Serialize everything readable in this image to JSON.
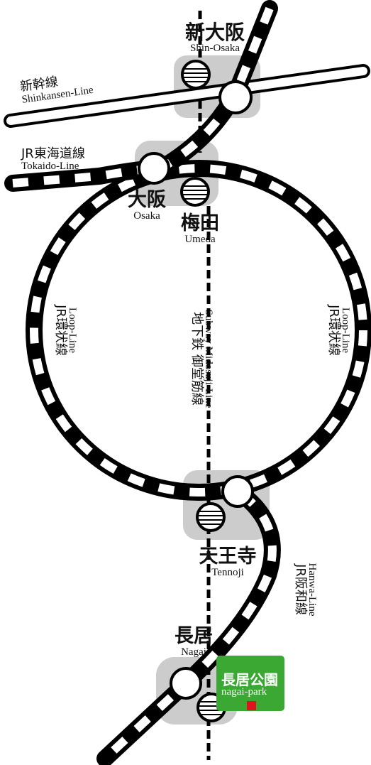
{
  "stations": {
    "shin_osaka": {
      "ja": "新大阪",
      "en": "Shin-Osaka"
    },
    "osaka": {
      "ja": "大阪",
      "en": "Osaka"
    },
    "umeda": {
      "ja": "梅田",
      "en": "Umeda"
    },
    "tennoji": {
      "ja": "天王寺",
      "en": "Tennoji"
    },
    "nagai": {
      "ja": "長居",
      "en": "Nagai"
    }
  },
  "lines": {
    "shinkansen": {
      "ja": "新幹線",
      "en": "Shinkansen-Line"
    },
    "tokaido": {
      "ja": "JR東海道線",
      "en": "Tokaido-Line"
    },
    "loop_left": {
      "ja": "JR環状線",
      "en": "Loop-Line"
    },
    "loop_right": {
      "ja": "JR環状線",
      "en": "Loop-Line"
    },
    "midosuji": {
      "ja": "地下鉄 御堂筋線",
      "en": "Subway Midosuji-Line"
    },
    "hanwa": {
      "ja": "JR阪和線",
      "en": "Hanwa-Line"
    }
  },
  "destination": {
    "ja": "長居公園",
    "en": "nagai-park",
    "color": "#3aa832",
    "marker_color": "#e0141e"
  }
}
